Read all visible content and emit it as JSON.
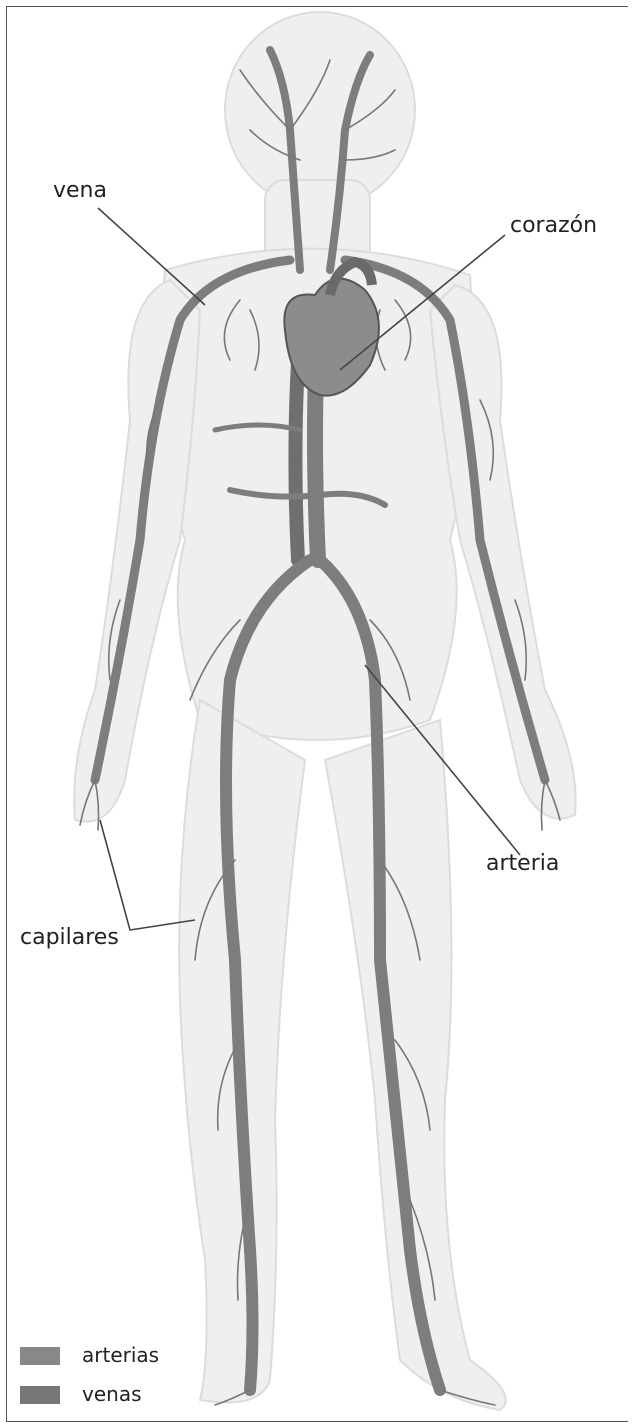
{
  "labels": {
    "vena": "vena",
    "corazon": "corazón",
    "arteria": "arteria",
    "capilares": "capilares"
  },
  "legend": [
    {
      "label": "arterias",
      "color": "#8a8a8a"
    },
    {
      "label": "venas",
      "color": "#8a8a8a"
    }
  ],
  "colors": {
    "body_silhouette": "#efefef",
    "vessel": "#7d7d7d",
    "vessel_dark": "#555555",
    "heart": "#8c8c8c",
    "leader_line": "#444444"
  }
}
